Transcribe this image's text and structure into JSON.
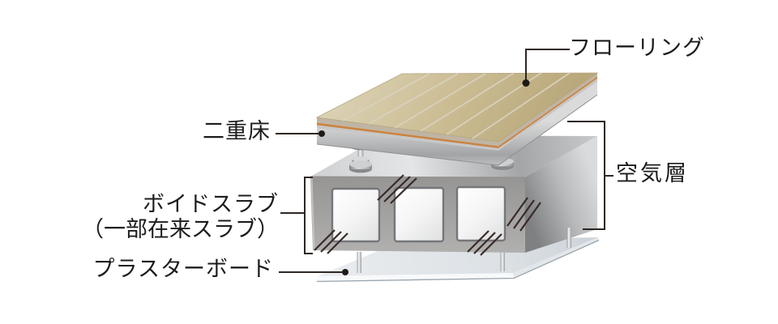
{
  "diagram": {
    "labels": {
      "flooring": "フローリング",
      "double_floor": "二重床",
      "air_layer": "空気層",
      "void_slab": "ボイドスラブ",
      "void_slab_note": "（一部在来スラブ）",
      "plasterboard": "プラスターボード"
    },
    "colors": {
      "background": "#ffffff",
      "leader_line": "#2f2722",
      "leader_dot": "#1e1a17",
      "hatch": "#3a2a2a",
      "flooring_top": "#ccbd94",
      "flooring_layer_orange": "#c98443",
      "flooring_layer_beige": "#bfb5a4",
      "slab_front_gray": "#a3a2a0",
      "void_fill": "#f5f5f5",
      "board_top": "#dde2e6"
    }
  }
}
